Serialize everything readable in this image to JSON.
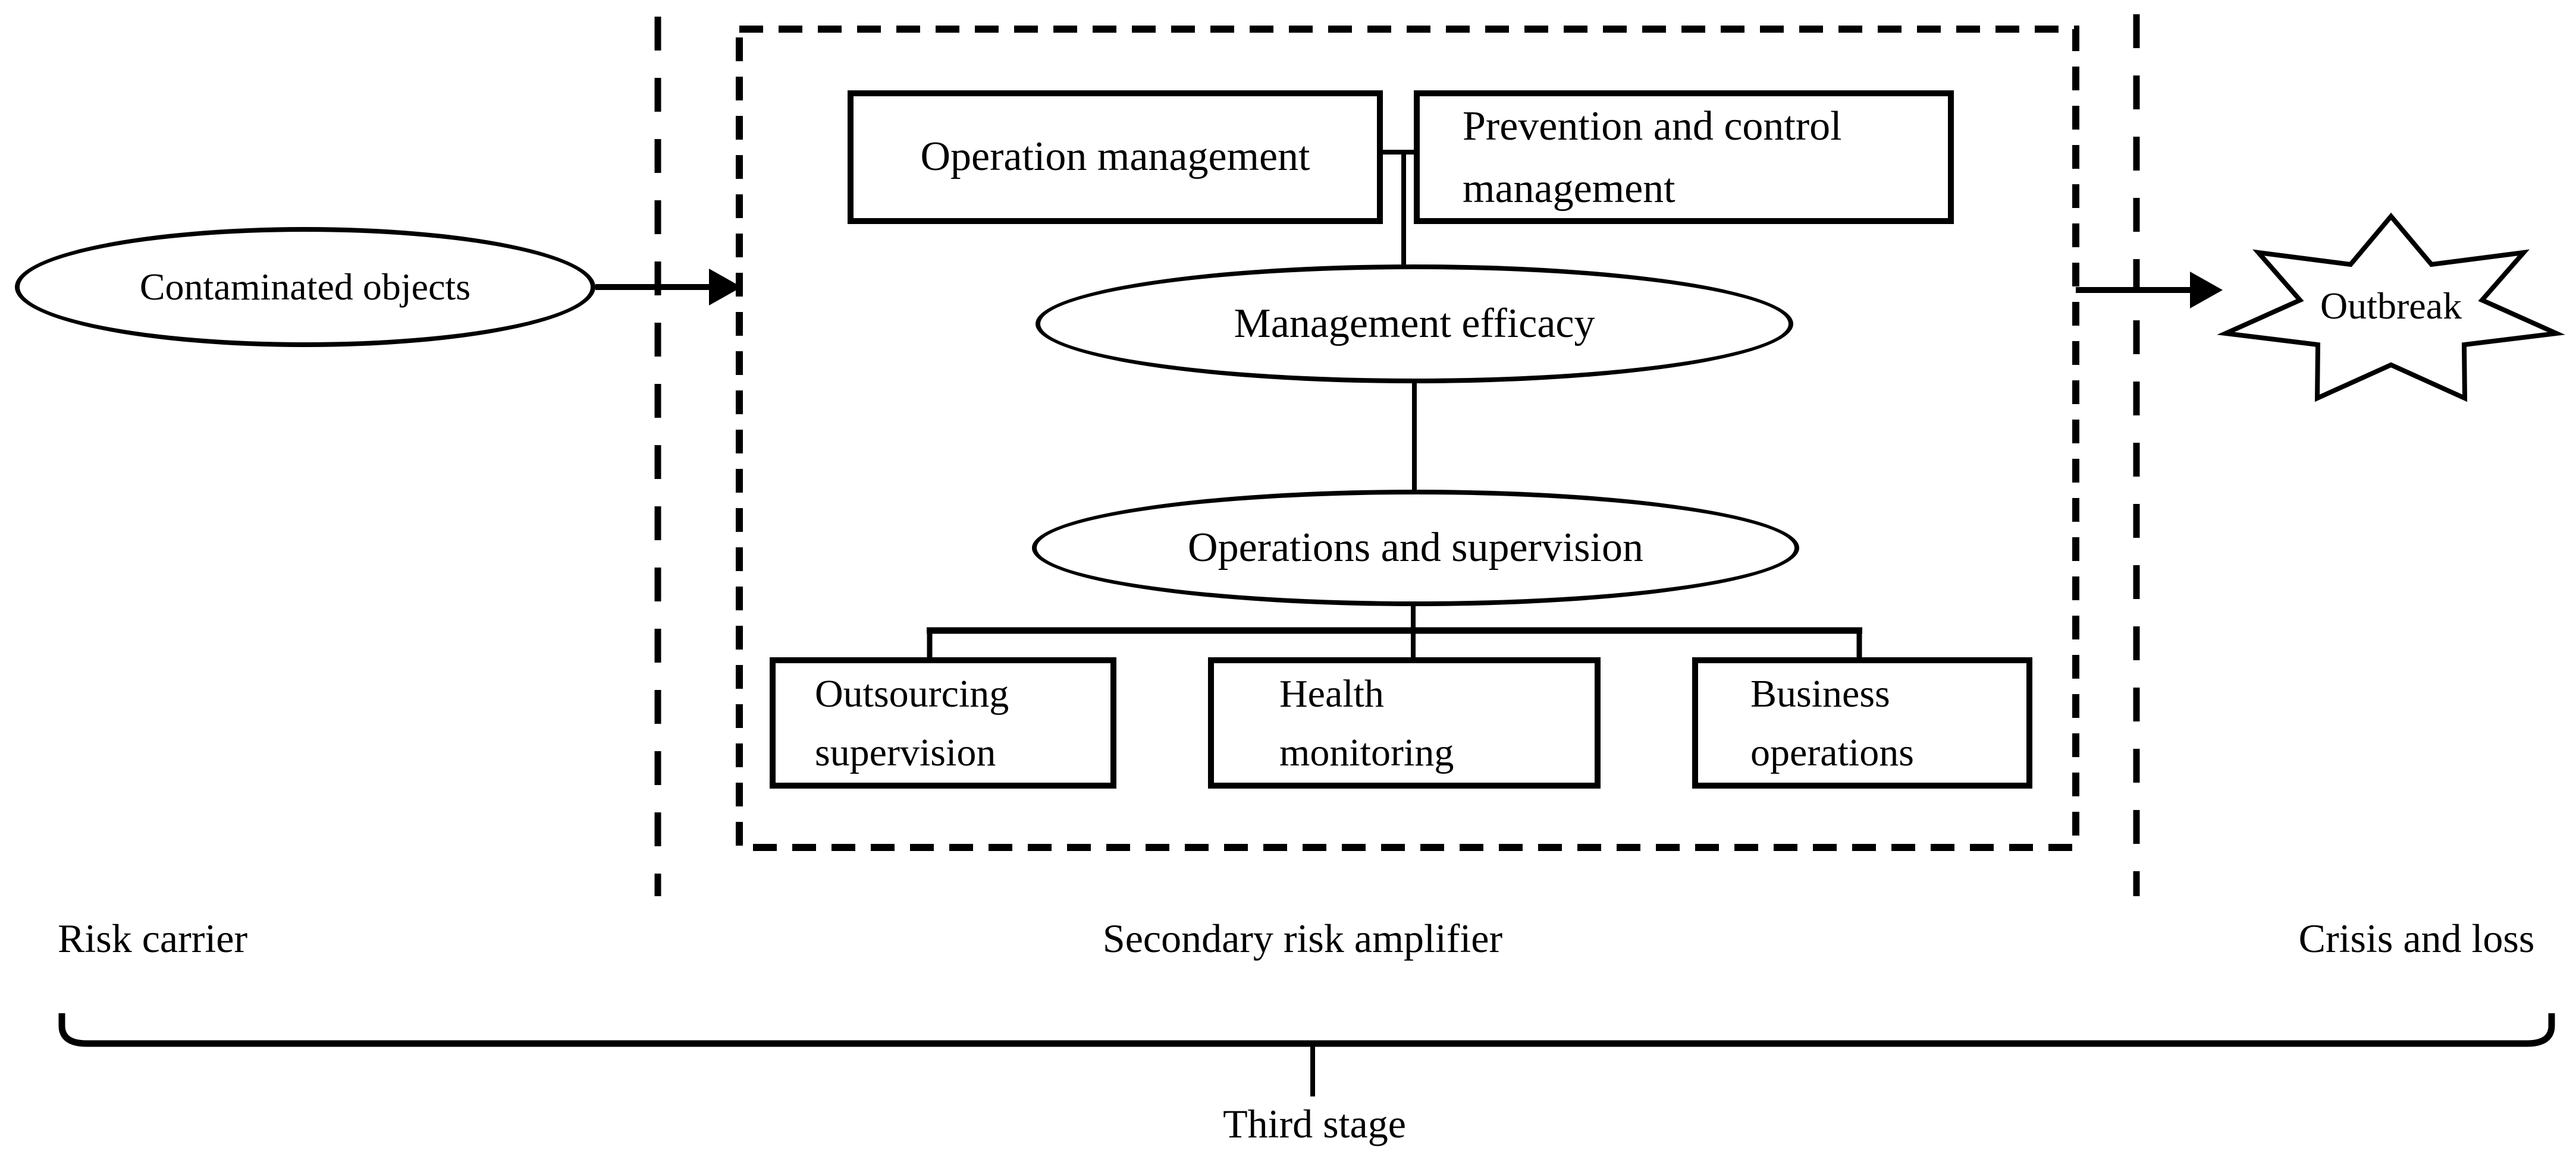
{
  "figure": {
    "nodes": {
      "contaminated_objects": {
        "label": "Contaminated objects"
      },
      "operation_management": {
        "label": "Operation management"
      },
      "prevention_control": {
        "lines": [
          "Prevention and control",
          "management"
        ]
      },
      "management_efficacy": {
        "label": "Management efficacy"
      },
      "operations_supervision": {
        "label": "Operations and supervision"
      },
      "outsourcing_supervision": {
        "lines": [
          "Outsourcing",
          "supervision"
        ]
      },
      "health_monitoring": {
        "lines": [
          "Health",
          "monitoring"
        ]
      },
      "business_operations": {
        "lines": [
          "Business",
          "operations"
        ]
      },
      "outbreak": {
        "label": "Outbreak"
      }
    },
    "stage_labels": {
      "risk_carrier": "Risk carrier",
      "secondary_amplifier": "Secondary risk amplifier",
      "crisis_loss": "Crisis and loss",
      "third_stage": "Third stage"
    },
    "colors": {
      "stroke": "#000000",
      "background": "#ffffff"
    }
  }
}
